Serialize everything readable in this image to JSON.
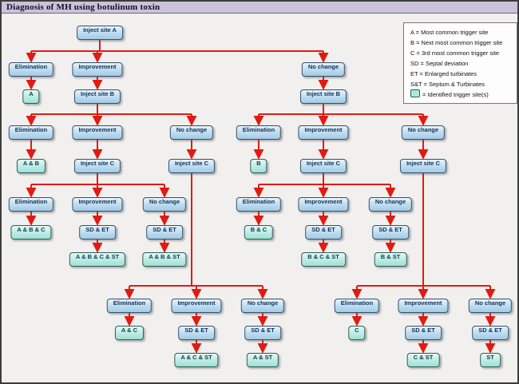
{
  "window": {
    "title": "Diagnosis of MH using botulinum toxin"
  },
  "legend": {
    "lines": [
      "A = Most common trigger site",
      "B = Next most common trigger site",
      "C = 3rd most common trigger site",
      "SD = Septal deviation",
      "ET = Enlarged turbinates",
      "S&T = Septum & Turbinates"
    ],
    "swatch_line": "= Identified trigger site(s)"
  },
  "labels": {
    "inject_a": "Inject site A",
    "inject_b": "Inject site B",
    "inject_c": "Inject site C",
    "elimination": "Elimination",
    "improvement": "Improvement",
    "no_change": "No change",
    "sd_et": "SD & ET"
  },
  "results": {
    "a": "A",
    "a_b": "A & B",
    "a_b_c": "A & B & C",
    "a_b_c_st": "A & B & C & ST",
    "a_b_st": "A & B & ST",
    "a_c": "A & C",
    "a_c_st": "A & C & ST",
    "a_st": "A & ST",
    "b": "B",
    "b_c": "B & C",
    "b_c_st": "B & C & ST",
    "b_st": "B & ST",
    "c": "C",
    "c_st": "C & ST",
    "st": "ST"
  },
  "colors": {
    "arrow": "#e11b12",
    "decision_box": "#b9d9ee",
    "result_box": "#aee7de",
    "title_bar": "#cac2d9"
  }
}
